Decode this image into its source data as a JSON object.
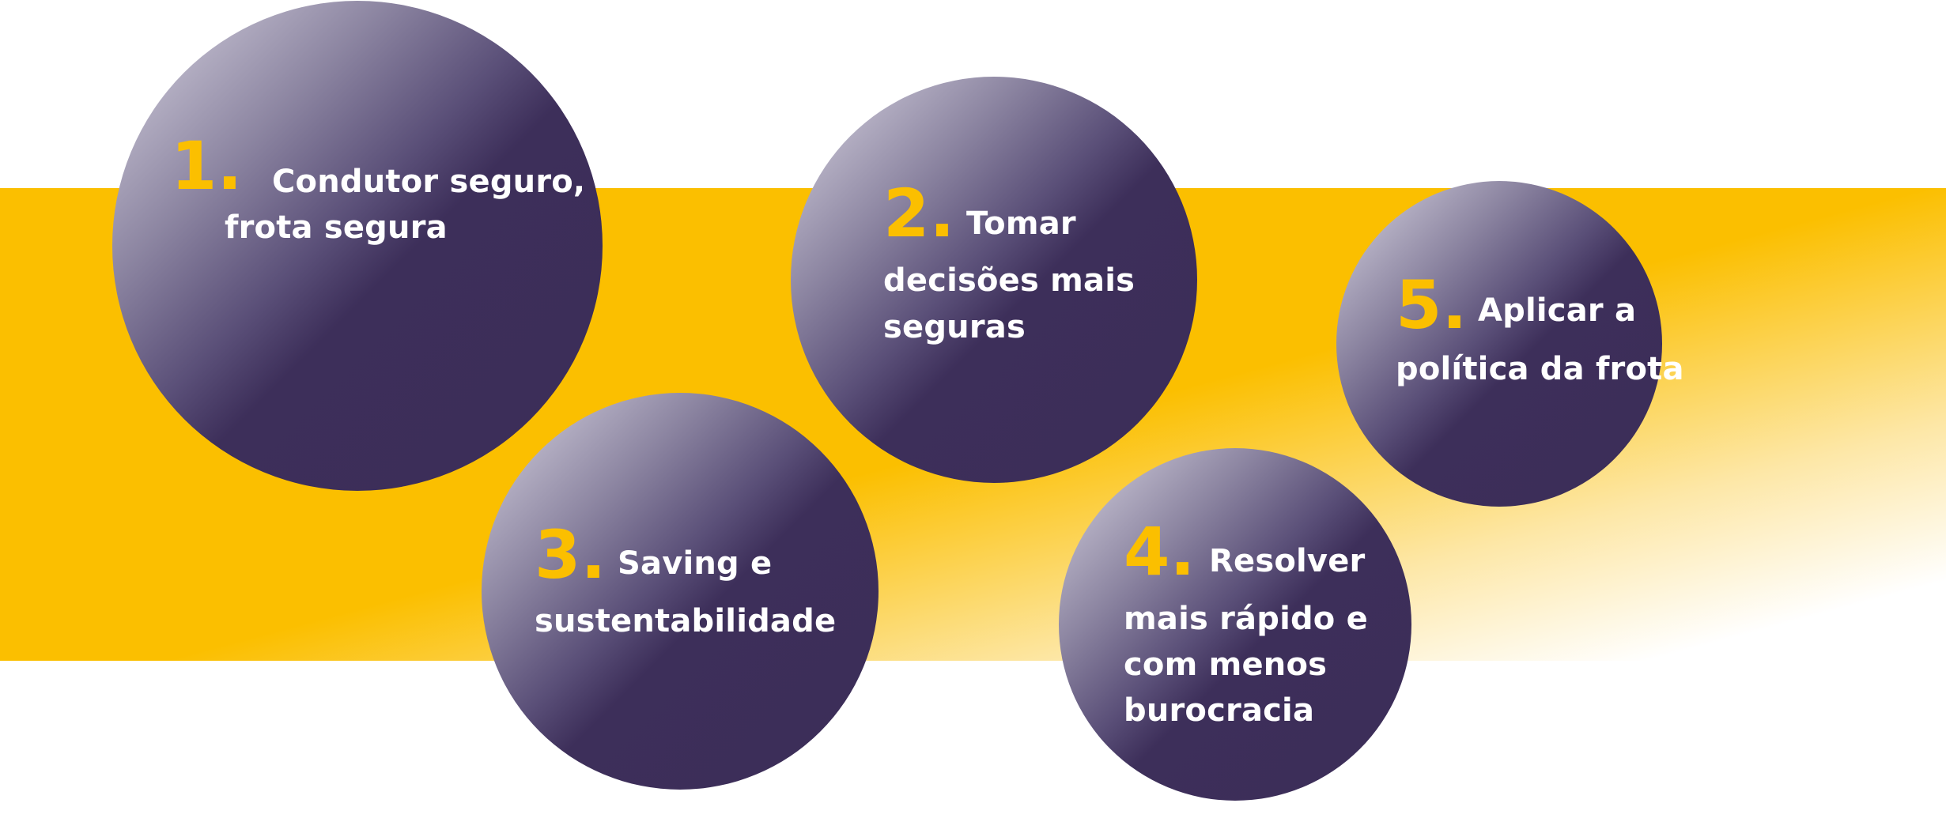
{
  "colors": {
    "accent": "#fbbf00",
    "circle": "#3c2d58",
    "text": "#ffffff",
    "background": "#ffffff"
  },
  "items": [
    {
      "number": "1.",
      "lines": [
        "Condutor seguro,",
        "frota segura"
      ]
    },
    {
      "number": "2.",
      "lines": [
        "Tomar",
        "decisões mais",
        "seguras"
      ]
    },
    {
      "number": "3.",
      "lines": [
        "Saving e",
        "sustentabilidade"
      ]
    },
    {
      "number": "4.",
      "lines": [
        "Resolver",
        "mais rápido e",
        "com menos",
        "burocracia"
      ]
    },
    {
      "number": "5.",
      "lines": [
        "Aplicar a",
        "política da frota"
      ]
    }
  ]
}
